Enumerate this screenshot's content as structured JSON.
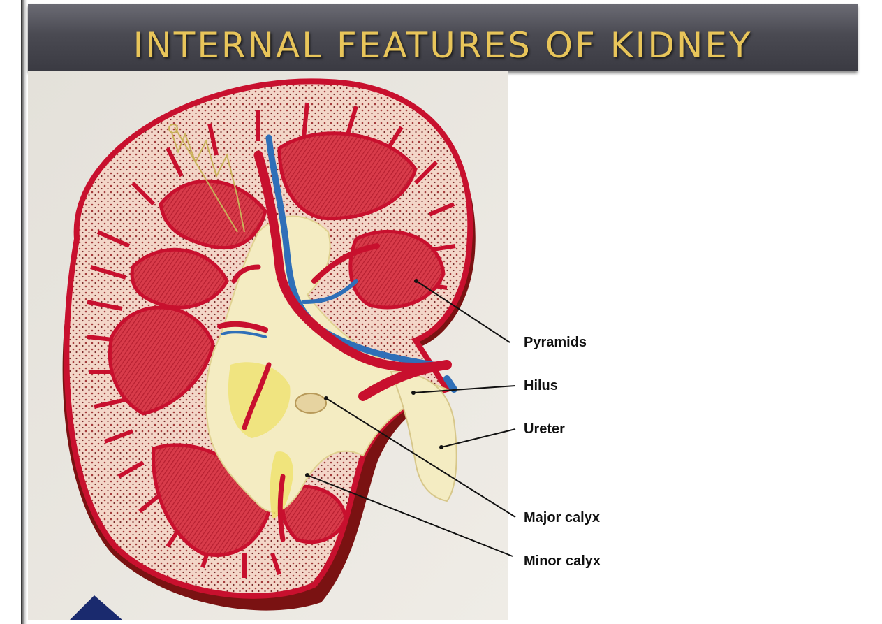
{
  "slide": {
    "title": "INTERNAL FEATURES OF KIDNEY"
  },
  "labels": [
    {
      "id": "pyramids",
      "text": "Pyramids"
    },
    {
      "id": "hilus",
      "text": "Hilus"
    },
    {
      "id": "ureter",
      "text": "Ureter"
    },
    {
      "id": "major-calyx",
      "text": "Major calyx"
    },
    {
      "id": "minor-calyx",
      "text": "Minor calyx"
    }
  ],
  "colors": {
    "title_text": "#e8c55a",
    "title_bar": "#4a4a52",
    "cortex": "#f3d6c8",
    "medulla_red": "#d83b4a",
    "vessel_red": "#c8102e",
    "vein_blue": "#2f6fb8",
    "pelvis_cream": "#f4ecc2",
    "capsule": "#7a1212"
  }
}
